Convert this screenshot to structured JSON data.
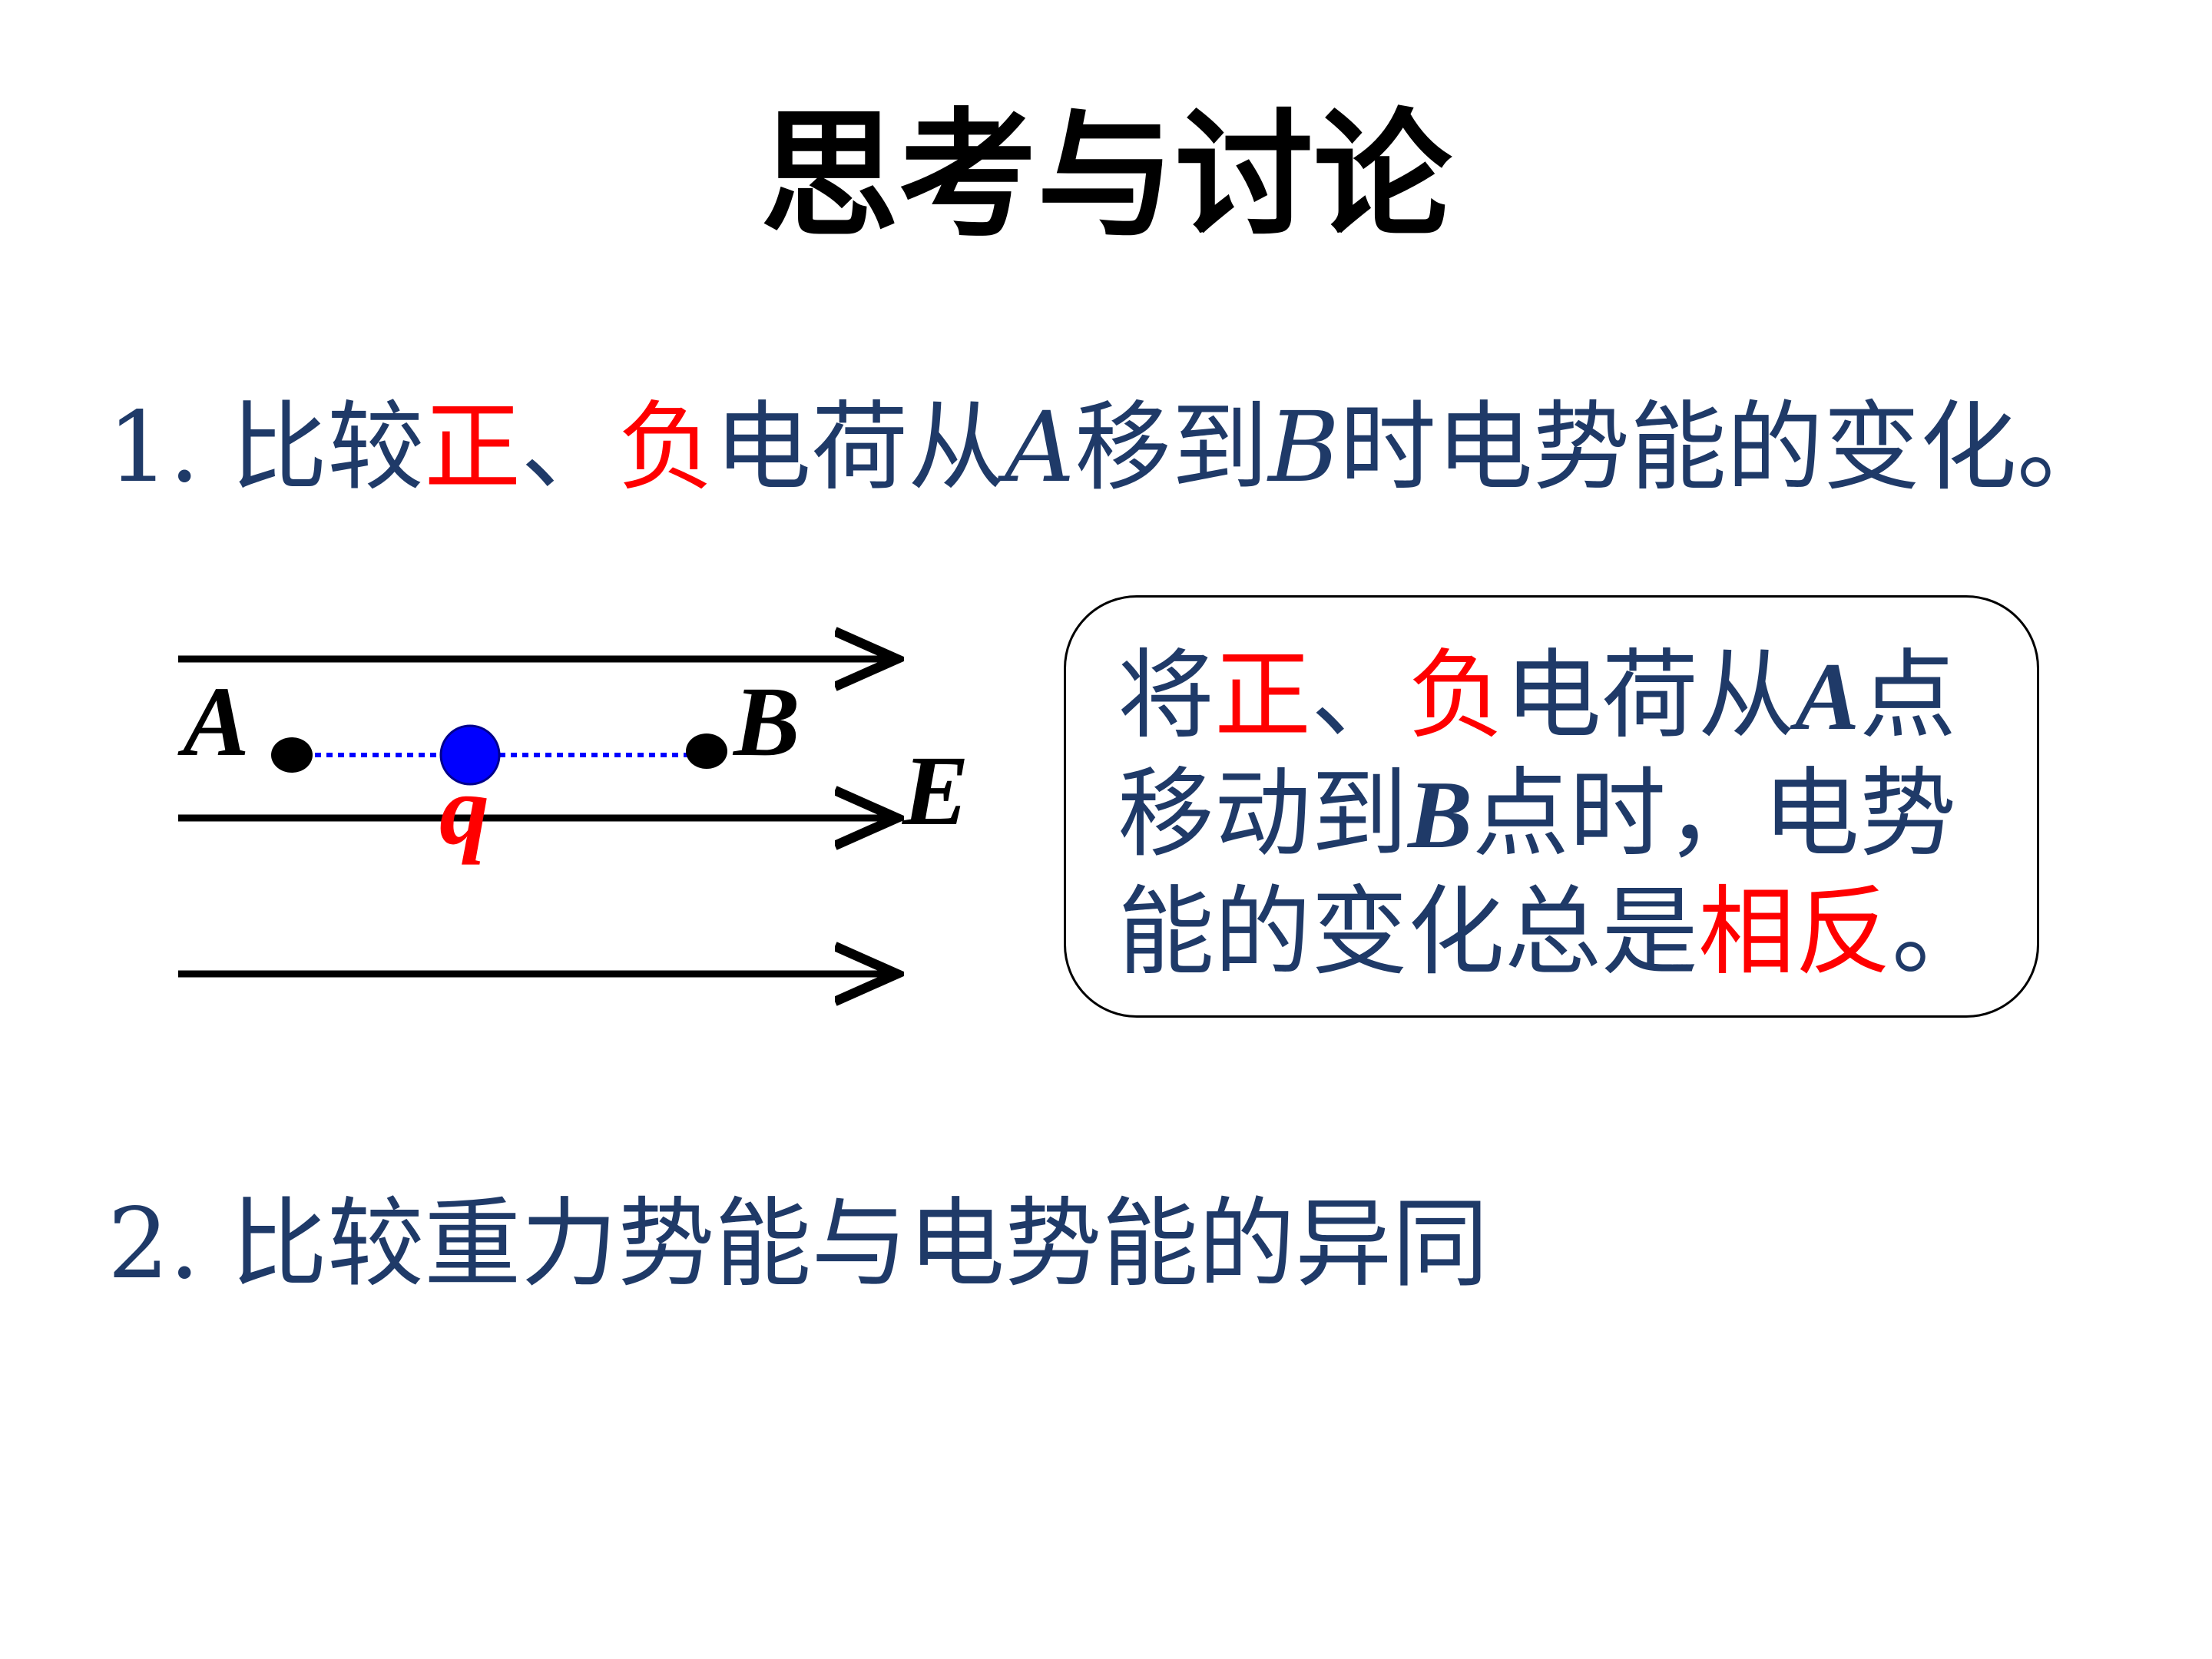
{
  "title": "思考与讨论",
  "question1": {
    "prefix": "1. 比较",
    "positive": "正",
    "separator": "、",
    "negative": "负",
    "text_a": "电荷从",
    "point_a": "A",
    "text_b": "移到",
    "point_b": "B",
    "text_c": "时电势能的变化。"
  },
  "diagram": {
    "label_a": "A",
    "label_b": "B",
    "label_e": "E",
    "label_q": "q",
    "colors": {
      "field_lines": "#000000",
      "charge": "#0000ff",
      "dotted_path": "#0000ff",
      "points": "#000000",
      "charge_label": "#ff0000"
    }
  },
  "note": {
    "line1": {
      "t1": "将",
      "positive": "正",
      "sep": "、",
      "negative": "负",
      "t2": "电荷从",
      "point_a": "A",
      "t3": "点"
    },
    "line2": {
      "t1": "移动到",
      "point_b": "B",
      "t2": "点时，电势"
    },
    "line3": {
      "t1": "能的变化总是",
      "highlight": "相反",
      "t2": "。"
    }
  },
  "question2": "2. 比较重力势能与电势能的异同",
  "colors": {
    "body_text": "#1f3a68",
    "highlight": "#ff0000",
    "title": "#000000"
  }
}
